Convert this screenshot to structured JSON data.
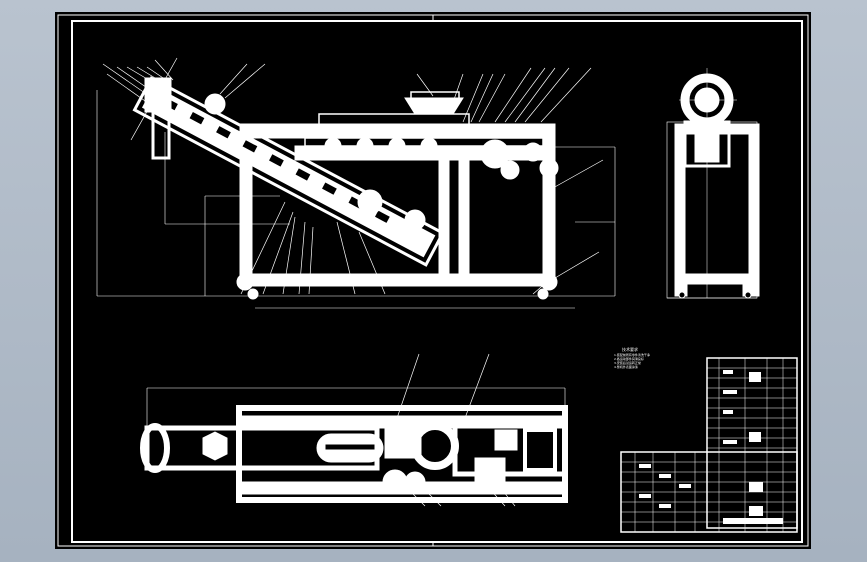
{
  "drawing": {
    "background": "#000000",
    "line_color": "#ffffff",
    "frame_color": "#ffffff"
  },
  "notes": {
    "title": "技术要求",
    "lines": [
      "1.装配前所有零件清洗干净",
      "2.各运动部件润滑良好",
      "3.安装后试运转正常",
      "4.整机外表面涂漆"
    ]
  }
}
